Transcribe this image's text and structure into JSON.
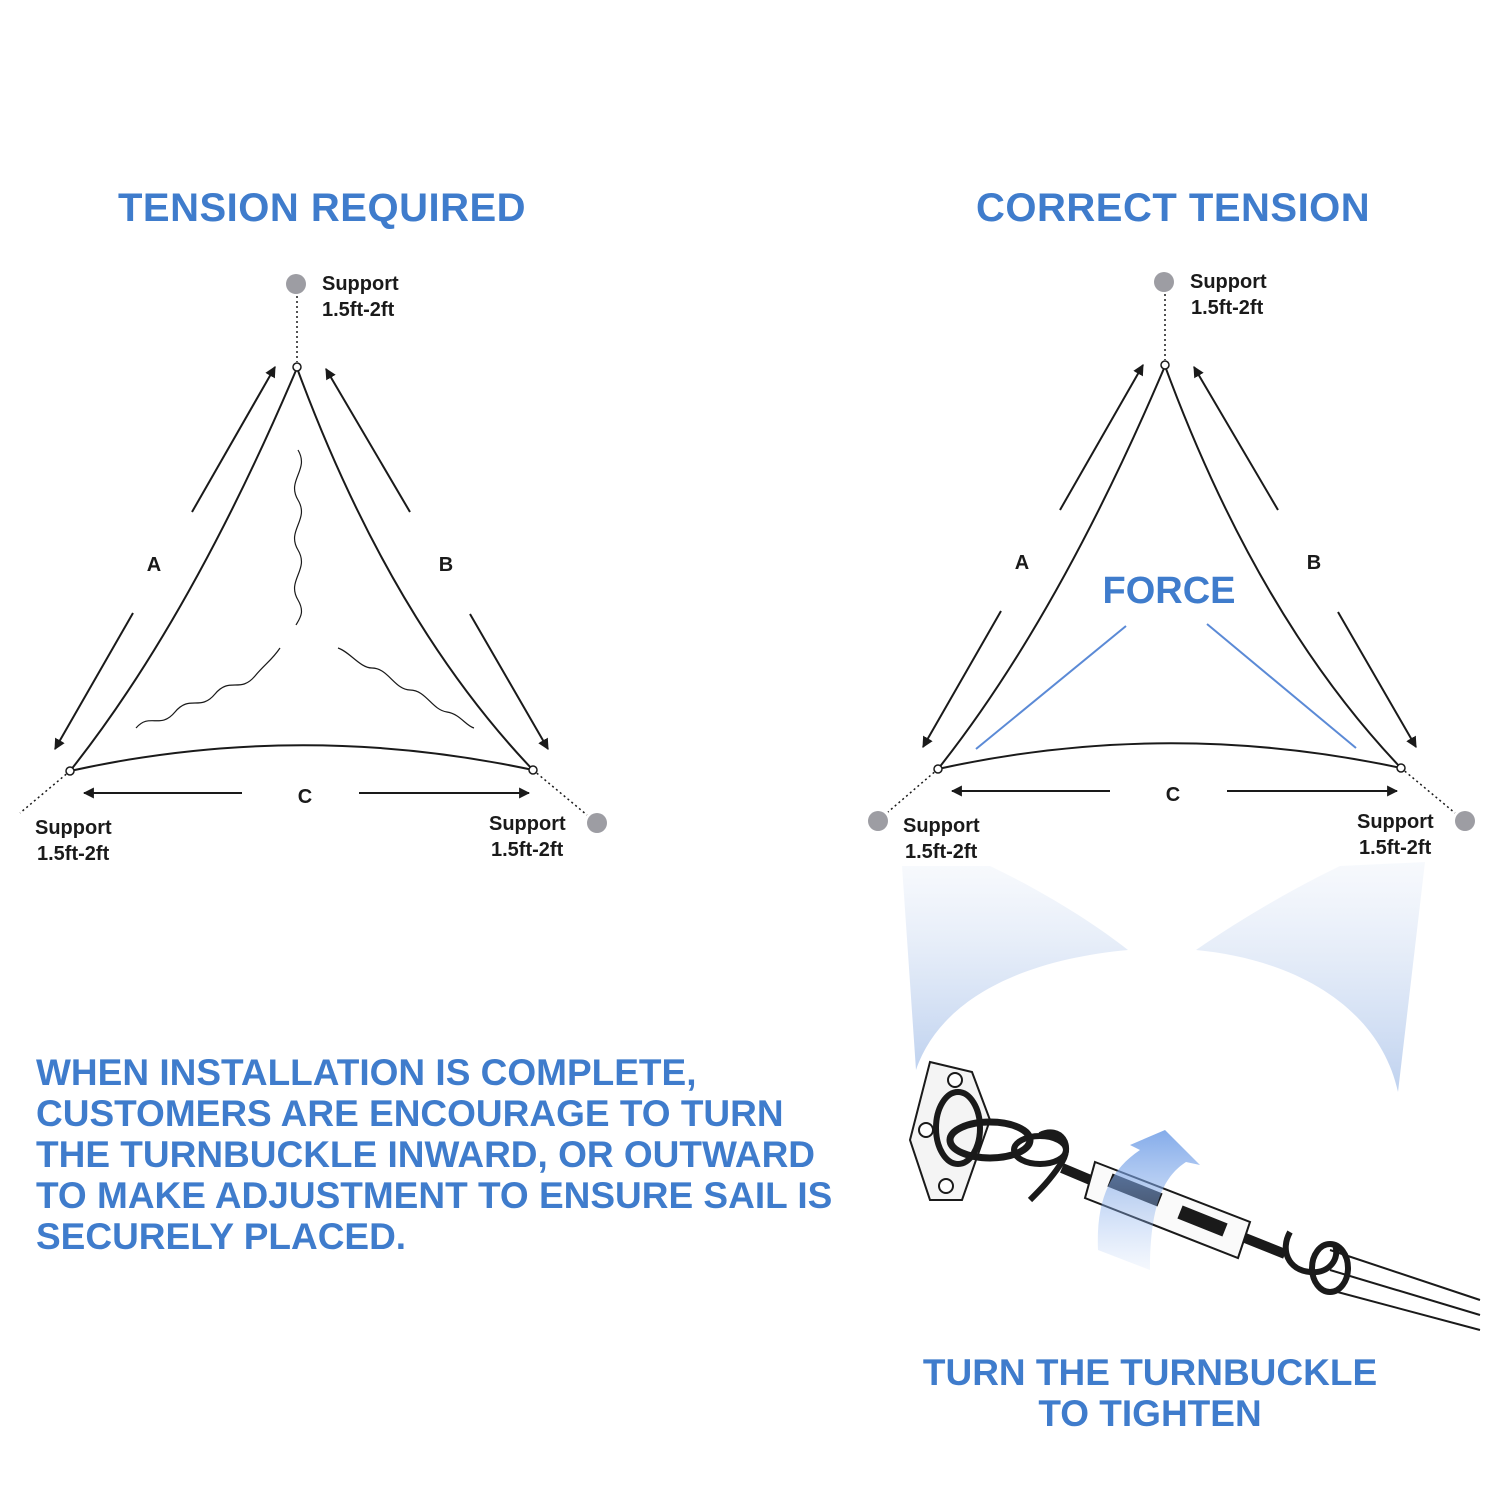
{
  "colors": {
    "accent": "#3f7ccc",
    "support": "#9d9da3",
    "line": "#1a1a1a"
  },
  "left_panel": {
    "title": "TENSION REQUIRED",
    "edge_labels": {
      "a": "A",
      "b": "B",
      "c": "C"
    },
    "supports": [
      {
        "line1": "Support",
        "line2": "1.5ft-2ft"
      },
      {
        "line1": "Support",
        "line2": "1.5ft-2ft"
      },
      {
        "line1": "Support",
        "line2": "1.5ft-2ft"
      }
    ]
  },
  "right_panel": {
    "title": "CORRECT TENSION",
    "force_label": "FORCE",
    "edge_labels": {
      "a": "A",
      "b": "B",
      "c": "C"
    },
    "supports": [
      {
        "line1": "Support",
        "line2": "1.5ft-2ft"
      },
      {
        "line1": "Support",
        "line2": "1.5ft-2ft"
      },
      {
        "line1": "Support",
        "line2": "1.5ft-2ft"
      }
    ]
  },
  "instructions": "WHEN INSTALLATION IS COMPLETE, CUSTOMERS ARE ENCOURAGE TO TURN THE TURNBUCKLE INWARD, OR OUTWARD TO MAKE ADJUSTMENT TO ENSURE SAIL IS SECURELY PLACED.",
  "turnbuckle_caption": {
    "line1": "TURN THE TURNBUCKLE",
    "line2": "TO TIGHTEN"
  }
}
